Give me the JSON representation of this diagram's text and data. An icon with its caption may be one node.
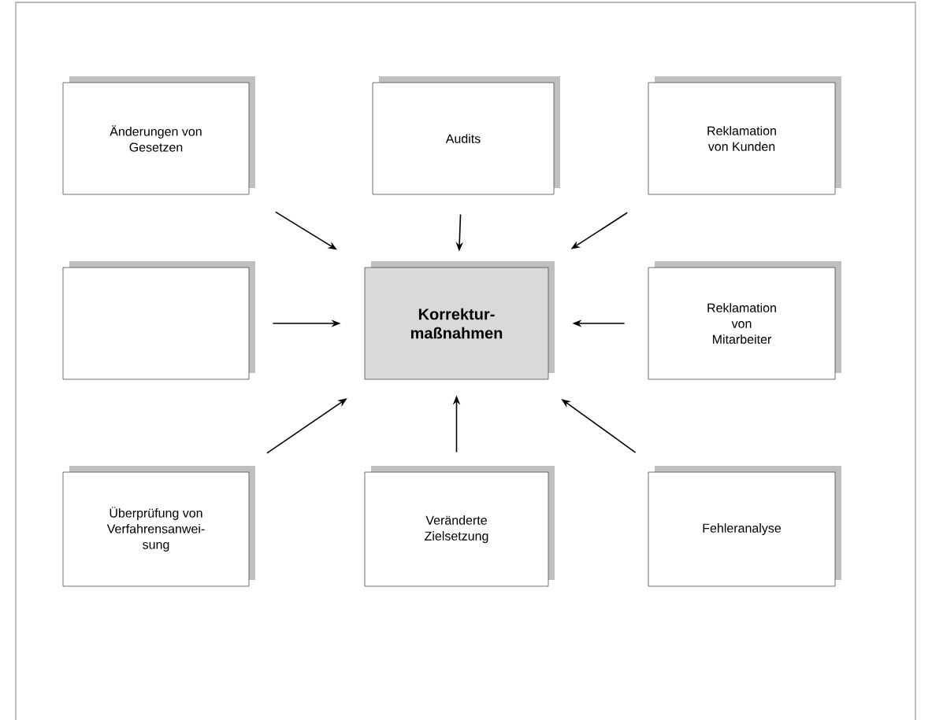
{
  "diagram": {
    "nodes": [
      {
        "text": [
          "Änderungen von Gesetzen"
        ]
      },
      {
        "text": [
          "Audits"
        ]
      },
      {
        "text": [
          "Reklamation von Kunden"
        ]
      },
      {
        "text": [],
        "shape": "box"
      },
      {
        "text": [
          "Korrektur-maßnahmen"
        ]
      },
      {
        "text": [
          "Reklamation von Mitarbeiter"
        ]
      },
      {
        "text": [
          "Überprüfung von Verfahrensanwei-sung"
        ]
      },
      {
        "text": [
          "Veränderte Zielsetzung"
        ]
      },
      {
        "text": [
          "Fehleranalyse"
        ]
      }
    ],
    "edges": [
      {
        "from": 0,
        "to": 4,
        "arrow": "to"
      },
      {
        "from": 1,
        "to": 4,
        "arrow": "to"
      },
      {
        "from": 2,
        "to": 4,
        "arrow": "to"
      },
      {
        "from": 3,
        "to": 4,
        "arrow": "to"
      },
      {
        "from": 5,
        "to": 4,
        "arrow": "to"
      },
      {
        "from": 6,
        "to": 4,
        "arrow": "to"
      },
      {
        "from": 7,
        "to": 4,
        "arrow": "to"
      },
      {
        "from": 8,
        "to": 4,
        "arrow": "to"
      }
    ]
  }
}
